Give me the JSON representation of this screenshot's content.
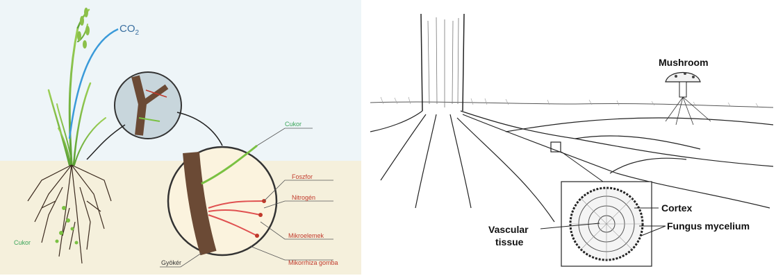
{
  "left_diagram": {
    "co2_label": "CO",
    "co2_subscript": "2",
    "labels": {
      "cukor_top": "Cukor",
      "foszfor": "Foszfor",
      "nitrogen": "Nitrogén",
      "mikroelemek": "Mikroelemek",
      "mikorrhiza": "Mikorrhiza gomba",
      "gyoker": "Gyökér",
      "cukor_bottom": "Cukor"
    },
    "colors": {
      "sky": "#eef5f8",
      "soil": "#f5f0dc",
      "plant": "#7ac142",
      "co2_line": "#3a9ad9",
      "root": "#3b2a1e",
      "red_label": "#c0392b",
      "green_label": "#3aa55a"
    }
  },
  "right_diagram": {
    "labels": {
      "mushroom": "Mushroom",
      "cortex": "Cortex",
      "vascular_line1": "Vascular",
      "vascular_line2": "tissue",
      "fungus": "Fungus mycelium"
    }
  }
}
